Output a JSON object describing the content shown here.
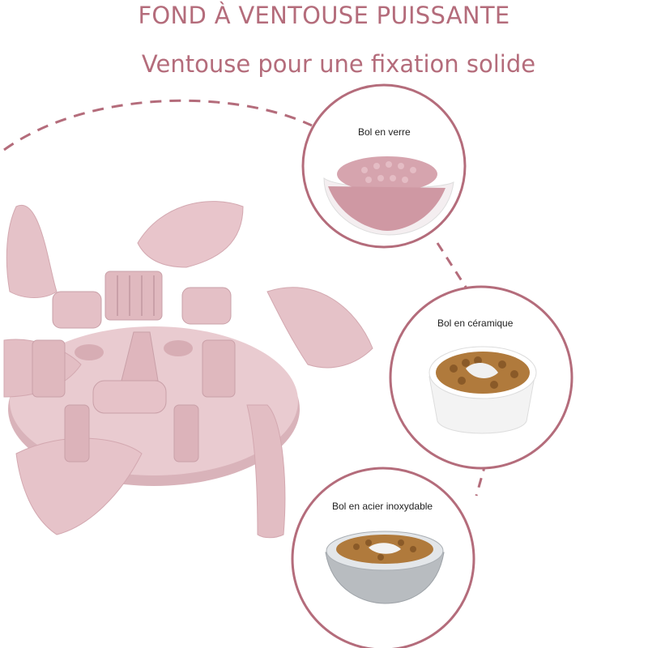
{
  "header": {
    "title": "FOND À VENTOUSE PUISSANTE",
    "subtitle": "Ventouse pour une fixation solide"
  },
  "circles": [
    {
      "label": "Bol en verre"
    },
    {
      "label": "Bol en céramique"
    },
    {
      "label": "Bol en acier inoxydable"
    }
  ],
  "colors": {
    "accent": "#b46c7b",
    "product_pink": "#e8c7cc",
    "product_shadow": "#d4a9b0"
  }
}
